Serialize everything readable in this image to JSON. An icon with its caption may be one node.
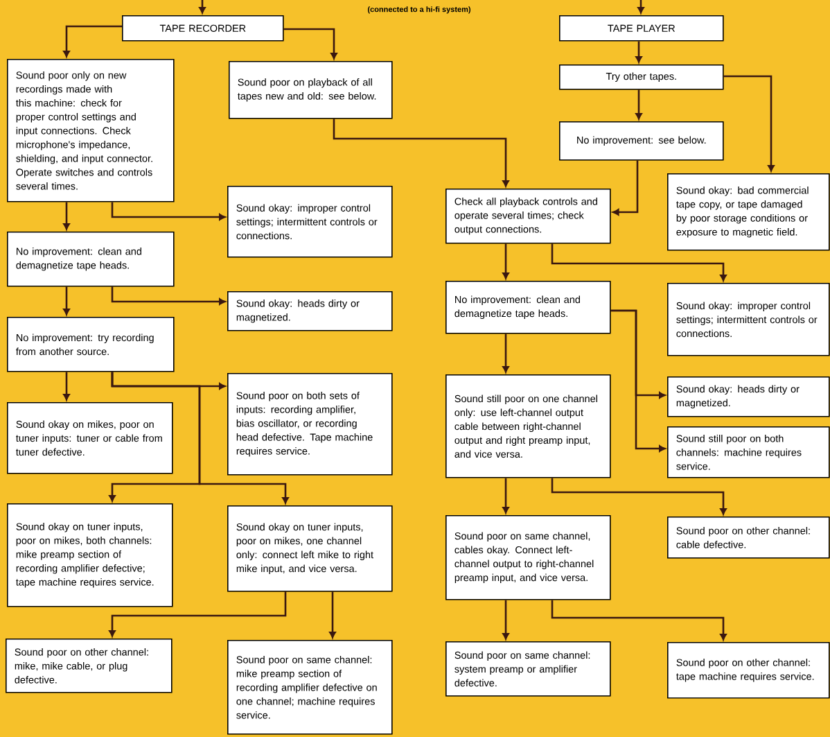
{
  "diagram": {
    "nodes": [
      {
        "text": [
          "TAPE RECORDER"
        ]
      },
      {
        "text": [
          "TAPE PLAYER"
        ]
      },
      {
        "text": [
          "Sound poor only on new recordings made with this machine: check for proper control settings and input connections. Check microphone's impedance, shielding, and input connector. Operate switches and controls several times."
        ]
      },
      {
        "text": [
          "Sound poor on playback of all tapes new and old: see below."
        ]
      },
      {
        "text": [
          "Try other tapes."
        ]
      },
      {
        "text": [
          "No improvement: see below."
        ]
      },
      {
        "text": [
          "Sound okay: improper control settings; intermittent controls or connections."
        ]
      },
      {
        "text": [
          "Check all playback controls and operate several times; check output connections."
        ]
      },
      {
        "text": [
          "Sound okay: bad commercial tape copy, or tape damaged by poor storage conditions or exposure to magnetic field."
        ]
      },
      {
        "text": [
          "No improvement: clean and demagnetize tape heads."
        ]
      },
      {
        "text": [
          "Sound okay: heads dirty or magnetized."
        ]
      },
      {
        "text": [
          "No improvement: clean and demagnetize tape heads."
        ]
      },
      {
        "text": [
          "Sound okay: improper control settings; intermittent controls or connections."
        ]
      },
      {
        "text": [
          "No improvement: try recording from another source."
        ]
      },
      {
        "text": [
          "Sound poor on both sets of inputs: recording amplifier, bias oscillator, or recording head defective. Tape machine requires service."
        ]
      },
      {
        "text": [
          "Sound still poor on one channel only: use left-channel output cable between right-channel output and right preamp input, and vice versa."
        ]
      },
      {
        "text": [
          "Sound okay: heads dirty or magnetized."
        ]
      },
      {
        "text": [
          "Sound still poor on both channels: machine requires service."
        ]
      },
      {
        "text": [
          "Sound okay on mikes, poor on tuner inputs: tuner or cable from tuner defective."
        ]
      },
      {
        "text": [
          "Sound okay on tuner inputs, poor on mikes, both channels: mike preamp section of recording amplifier defective; tape machine requires service."
        ]
      },
      {
        "text": [
          "Sound okay on tuner inputs, poor on mikes, one channel only: connect left mike to right mike input, and vice versa."
        ]
      },
      {
        "text": [
          "Sound poor on same channel, cables okay. Connect left-channel output to right-channel preamp input, and vice versa."
        ]
      },
      {
        "text": [
          "Sound poor on other channel: cable defective."
        ]
      },
      {
        "text": [
          "Sound poor on other channel: mike, mike cable, or plug defective."
        ]
      },
      {
        "text": [
          "Sound poor on same channel: mike preamp section of recording amplifier defective on one channel; machine requires service."
        ]
      },
      {
        "text": [
          "Sound poor on same channel: system preamp or amplifier defective."
        ]
      },
      {
        "text": [
          "Sound poor on other channel: tape machine requires service."
        ]
      }
    ],
    "edges": [
      {
        "from": null,
        "to": 0,
        "arrow": "to"
      },
      {
        "from": null,
        "to": 1,
        "arrow": "to"
      },
      {
        "from": 0,
        "to": 2,
        "arrow": "to"
      },
      {
        "from": 0,
        "to": 3,
        "arrow": "to"
      },
      {
        "from": 3,
        "to": 7,
        "arrow": "to"
      },
      {
        "from": 1,
        "to": 4,
        "arrow": "to"
      },
      {
        "from": 4,
        "to": 5,
        "arrow": "to"
      },
      {
        "from": 4,
        "to": 8,
        "arrow": "to"
      },
      {
        "from": 5,
        "to": 7,
        "arrow": "to"
      },
      {
        "from": 2,
        "to": 9,
        "arrow": "to"
      },
      {
        "from": 2,
        "to": 6,
        "arrow": "to"
      },
      {
        "from": 9,
        "to": 13,
        "arrow": "to"
      },
      {
        "from": 9,
        "to": 10,
        "arrow": "to"
      },
      {
        "from": 13,
        "to": 18,
        "arrow": "to"
      },
      {
        "from": 13,
        "to": 14,
        "arrow": "to"
      },
      {
        "from": 13,
        "to": 19,
        "arrow": "to"
      },
      {
        "from": 13,
        "to": 20,
        "arrow": "to"
      },
      {
        "from": 20,
        "to": 23,
        "arrow": "to"
      },
      {
        "from": 20,
        "to": 24,
        "arrow": "to"
      },
      {
        "from": 7,
        "to": 11,
        "arrow": "to"
      },
      {
        "from": 7,
        "to": 12,
        "arrow": "to"
      },
      {
        "from": 11,
        "to": 15,
        "arrow": "to"
      },
      {
        "from": 11,
        "to": 16,
        "arrow": "to"
      },
      {
        "from": 11,
        "to": 17,
        "arrow": "to"
      },
      {
        "from": 15,
        "to": 21,
        "arrow": "to"
      },
      {
        "from": 15,
        "to": 22,
        "arrow": "to"
      },
      {
        "from": 21,
        "to": 25,
        "arrow": "to"
      },
      {
        "from": 21,
        "to": 26,
        "arrow": "to"
      }
    ],
    "labels": [
      "(connected to a hi-fi system)"
    ]
  }
}
